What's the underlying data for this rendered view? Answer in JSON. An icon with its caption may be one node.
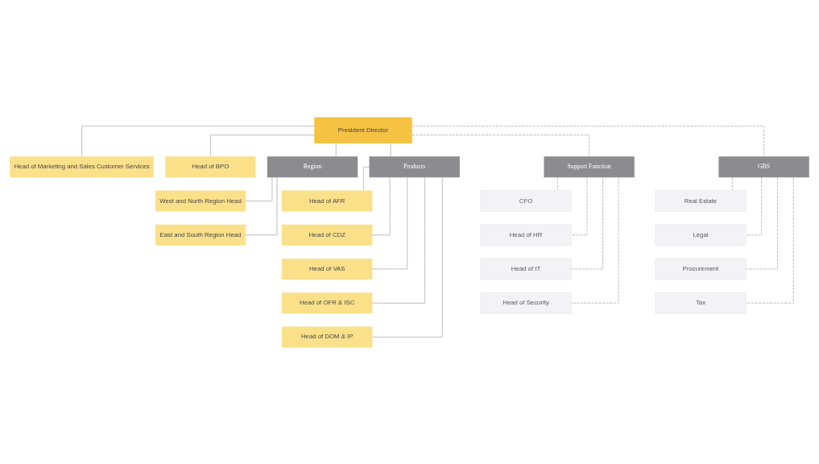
{
  "diagram": {
    "nodes": [
      {
        "text": [
          "President Director"
        ]
      },
      {
        "text": [
          "Head of Marketing and Sales Customer Services"
        ]
      },
      {
        "text": [
          "Head of BPO"
        ]
      },
      {
        "text": [
          "Region"
        ]
      },
      {
        "text": [
          "Products"
        ]
      },
      {
        "text": [
          "Support Function"
        ]
      },
      {
        "text": [
          "GBS"
        ]
      },
      {
        "text": [
          "West and North Region Head"
        ]
      },
      {
        "text": [
          "East and South Region Head"
        ]
      },
      {
        "text": [
          "Head of AFR"
        ]
      },
      {
        "text": [
          "Head of CDZ"
        ]
      },
      {
        "text": [
          "Head of VAS"
        ]
      },
      {
        "text": [
          "Head of OFR & ISC"
        ]
      },
      {
        "text": [
          "Head of DOM & IP"
        ]
      },
      {
        "text": [
          "CFO"
        ]
      },
      {
        "text": [
          "Head of HR"
        ]
      },
      {
        "text": [
          "Head of IT"
        ]
      },
      {
        "text": [
          "Head of Security"
        ]
      },
      {
        "text": [
          "Real Estate"
        ]
      },
      {
        "text": [
          "Legal"
        ]
      },
      {
        "text": [
          "Procurement"
        ]
      },
      {
        "text": [
          "Tax"
        ]
      }
    ],
    "edges": [
      {
        "from": 0,
        "to": 1,
        "arrow": "none"
      },
      {
        "from": 0,
        "to": 2,
        "arrow": "none"
      },
      {
        "from": 0,
        "to": 3,
        "arrow": "none"
      },
      {
        "from": 0,
        "to": 4,
        "arrow": "none"
      },
      {
        "from": 0,
        "to": 5,
        "arrow": "none",
        "style": "dashed"
      },
      {
        "from": 0,
        "to": 6,
        "arrow": "none",
        "style": "dashed"
      },
      {
        "from": 3,
        "to": 7,
        "arrow": "none"
      },
      {
        "from": 3,
        "to": 8,
        "arrow": "none"
      },
      {
        "from": 4,
        "to": 9,
        "arrow": "none"
      },
      {
        "from": 4,
        "to": 10,
        "arrow": "none"
      },
      {
        "from": 4,
        "to": 11,
        "arrow": "none"
      },
      {
        "from": 4,
        "to": 12,
        "arrow": "none"
      },
      {
        "from": 4,
        "to": 13,
        "arrow": "none"
      },
      {
        "from": 5,
        "to": 14,
        "arrow": "none",
        "style": "dashed"
      },
      {
        "from": 5,
        "to": 15,
        "arrow": "none",
        "style": "dashed"
      },
      {
        "from": 5,
        "to": 16,
        "arrow": "none",
        "style": "dashed"
      },
      {
        "from": 5,
        "to": 17,
        "arrow": "none",
        "style": "dashed"
      },
      {
        "from": 6,
        "to": 18,
        "arrow": "none",
        "style": "dashed"
      },
      {
        "from": 6,
        "to": 19,
        "arrow": "none",
        "style": "dashed"
      },
      {
        "from": 6,
        "to": 20,
        "arrow": "none",
        "style": "dashed"
      },
      {
        "from": 6,
        "to": 21,
        "arrow": "none",
        "style": "dashed"
      }
    ]
  }
}
